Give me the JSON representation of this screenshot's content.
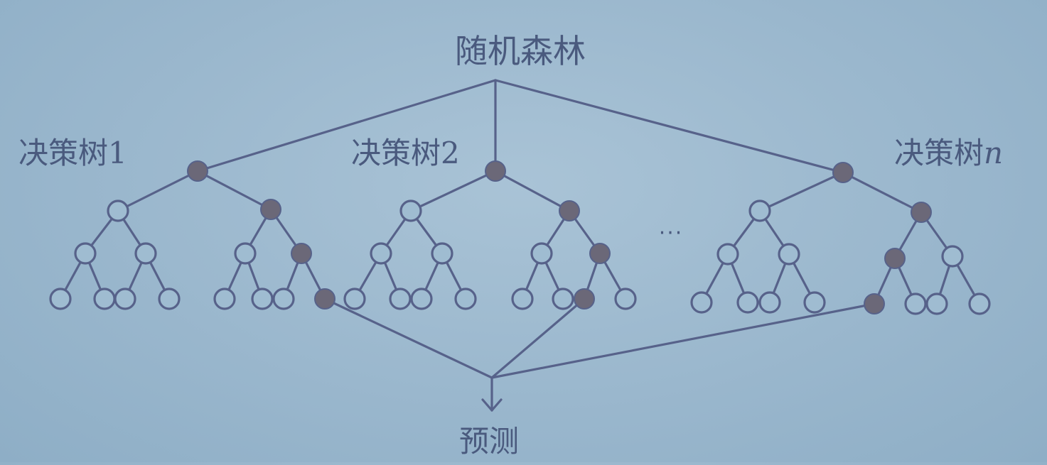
{
  "diagram": {
    "title": "随机森林",
    "output_label": "预测",
    "ellipsis": "···",
    "trees": [
      {
        "label_cjk": "决策树",
        "label_suffix": "1",
        "suffix_style": "normal"
      },
      {
        "label_cjk": "决策树",
        "label_suffix": "2",
        "suffix_style": "normal"
      },
      {
        "label_cjk": "决策树",
        "label_suffix": "n",
        "suffix_style": "italic"
      }
    ],
    "colors": {
      "background": "#9ab7cd",
      "line": "#57628a",
      "filled_node": "#6b6878",
      "text": "#4a5a7e"
    }
  }
}
